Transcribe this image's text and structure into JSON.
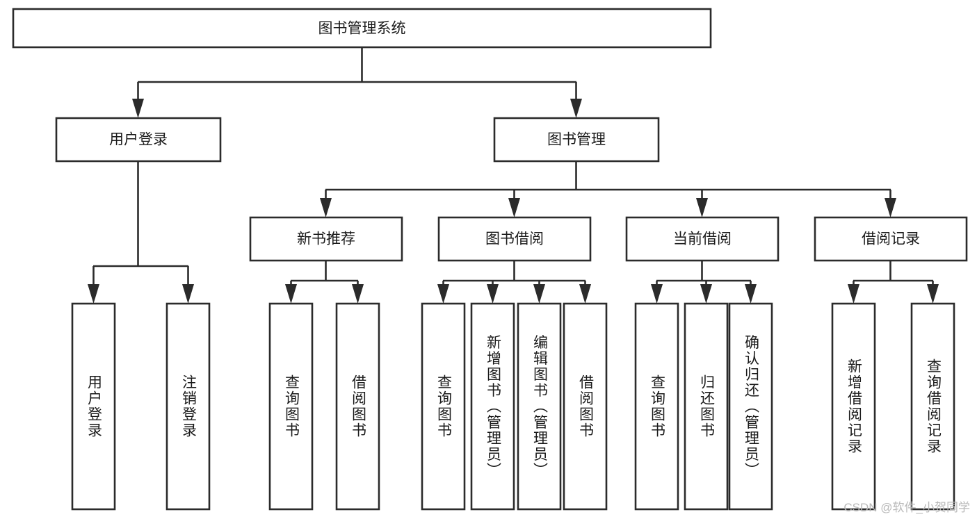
{
  "diagram": {
    "title": "图书管理系统",
    "type": "tree",
    "watermark": "CSDN @软件_小贺同学",
    "colors": {
      "box_stroke": "#2b2b2b",
      "box_fill": "#ffffff",
      "connector": "#2b2b2b",
      "text": "#1a1a1a",
      "watermark": "#b9b9b9",
      "background": "#ffffff"
    },
    "nodes": {
      "root": {
        "label": "图书管理系统"
      },
      "level2": [
        {
          "label": "用户登录"
        },
        {
          "label": "图书管理"
        }
      ],
      "level3": [
        {
          "label": "新书推荐"
        },
        {
          "label": "图书借阅"
        },
        {
          "label": "当前借阅"
        },
        {
          "label": "借阅记录"
        }
      ],
      "leaves": {
        "user_login": [
          {
            "label": "用户登录"
          },
          {
            "label": "注销登录"
          }
        ],
        "new_book_recommend": [
          {
            "label": "查询图书"
          },
          {
            "label": "借阅图书"
          }
        ],
        "book_borrow": [
          {
            "label": "查询图书"
          },
          {
            "label": "新增图书（管理员）"
          },
          {
            "label": "编辑图书（管理员）"
          },
          {
            "label": "借阅图书"
          }
        ],
        "current_borrow": [
          {
            "label": "查询图书"
          },
          {
            "label": "归还图书"
          },
          {
            "label": "确认归还（管理员）"
          }
        ],
        "borrow_record": [
          {
            "label": "新增借阅记录"
          },
          {
            "label": "查询借阅记录"
          }
        ]
      }
    }
  }
}
